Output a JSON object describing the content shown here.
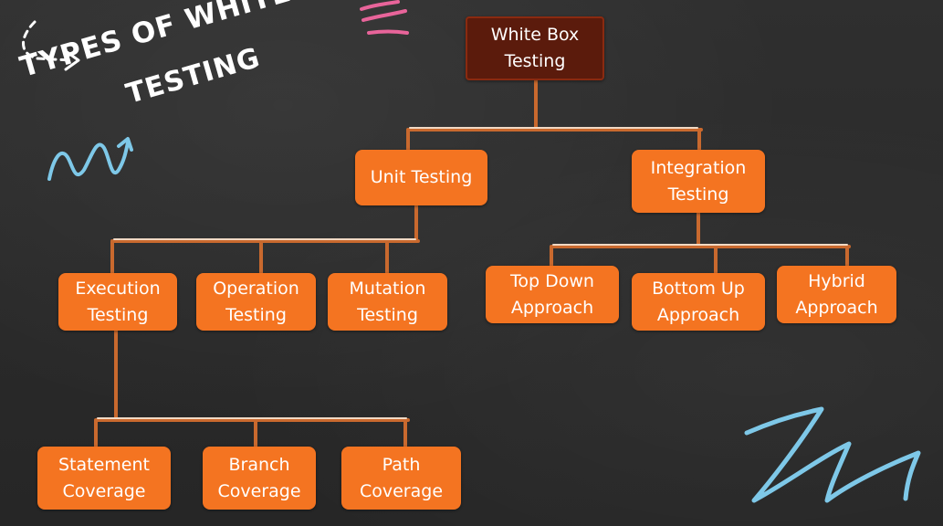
{
  "title": {
    "line1": "TYPES OF WHITE BOX",
    "line2": "TESTING"
  },
  "nodes": {
    "root": "White Box\nTesting",
    "unit": "Unit Testing",
    "integration": "Integration\nTesting",
    "execution": "Execution\nTesting",
    "operation": "Operation\nTesting",
    "mutation": "Mutation\nTesting",
    "top_down": "Top Down\nApproach",
    "bottom_up": "Bottom Up\nApproach",
    "hybrid": "Hybrid\nApproach",
    "statement": "Statement\nCoverage",
    "branch": "Branch\nCoverage",
    "path": "Path\nCoverage"
  },
  "colors": {
    "node_fill": "#f47421",
    "root_fill": "#5b1b0c",
    "connector": "#c9692e",
    "connector_highlight": "#f1d9c4",
    "chalk_pink": "#e8649a",
    "chalk_blue": "#7ec8e8"
  }
}
